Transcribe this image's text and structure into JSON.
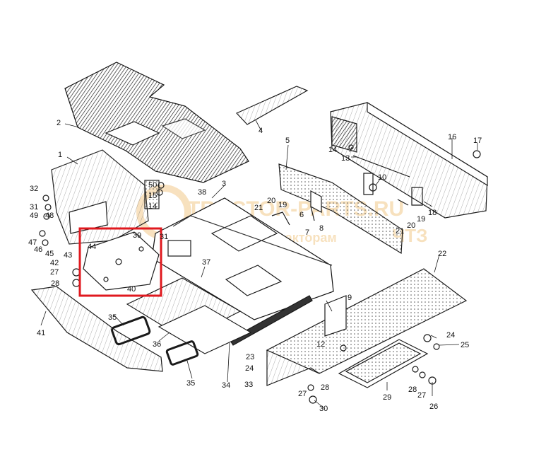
{
  "watermark": {
    "brand": "TRACTOR-PARTS.RU",
    "tagline": "запчасти к тракторам",
    "mark": "ЧТЗ",
    "color": "#f2c98a"
  },
  "highlight_color": "#e0191f",
  "line_color": "#1a1a1a",
  "callouts": [
    {
      "id": "c1",
      "text": "1"
    },
    {
      "id": "c2",
      "text": "2"
    },
    {
      "id": "c3",
      "text": "3"
    },
    {
      "id": "c4",
      "text": "4"
    },
    {
      "id": "c5",
      "text": "5"
    },
    {
      "id": "c6",
      "text": "6"
    },
    {
      "id": "c7",
      "text": "7"
    },
    {
      "id": "c8",
      "text": "8"
    },
    {
      "id": "c9",
      "text": "9"
    },
    {
      "id": "c10",
      "text": "10"
    },
    {
      "id": "c12",
      "text": "12"
    },
    {
      "id": "c13",
      "text": "13"
    },
    {
      "id": "c14",
      "text": "14"
    },
    {
      "id": "c15",
      "text": "15"
    },
    {
      "id": "c16",
      "text": "16"
    },
    {
      "id": "c17",
      "text": "17"
    },
    {
      "id": "c18",
      "text": "18"
    },
    {
      "id": "c19a",
      "text": "19"
    },
    {
      "id": "c19b",
      "text": "19"
    },
    {
      "id": "c20a",
      "text": "20"
    },
    {
      "id": "c20b",
      "text": "20"
    },
    {
      "id": "c21a",
      "text": "21"
    },
    {
      "id": "c21b",
      "text": "21"
    },
    {
      "id": "c22",
      "text": "22"
    },
    {
      "id": "c23",
      "text": "23"
    },
    {
      "id": "c24a",
      "text": "24"
    },
    {
      "id": "c24b",
      "text": "24"
    },
    {
      "id": "c25",
      "text": "25"
    },
    {
      "id": "c26",
      "text": "26"
    },
    {
      "id": "c27a",
      "text": "27"
    },
    {
      "id": "c27b",
      "text": "27"
    },
    {
      "id": "c27c",
      "text": "27"
    },
    {
      "id": "c28a",
      "text": "28"
    },
    {
      "id": "c28b",
      "text": "28"
    },
    {
      "id": "c28c",
      "text": "28"
    },
    {
      "id": "c29",
      "text": "29"
    },
    {
      "id": "c30",
      "text": "30"
    },
    {
      "id": "c31a",
      "text": "31"
    },
    {
      "id": "c31b",
      "text": "31"
    },
    {
      "id": "c32",
      "text": "32"
    },
    {
      "id": "c33",
      "text": "33"
    },
    {
      "id": "c34",
      "text": "34"
    },
    {
      "id": "c35a",
      "text": "35"
    },
    {
      "id": "c35b",
      "text": "35"
    },
    {
      "id": "c36",
      "text": "36"
    },
    {
      "id": "c37",
      "text": "37"
    },
    {
      "id": "c38",
      "text": "38"
    },
    {
      "id": "c39",
      "text": "39"
    },
    {
      "id": "c40",
      "text": "40"
    },
    {
      "id": "c41",
      "text": "41"
    },
    {
      "id": "c42",
      "text": "42"
    },
    {
      "id": "c43",
      "text": "43"
    },
    {
      "id": "c44",
      "text": "44"
    },
    {
      "id": "c45",
      "text": "45"
    },
    {
      "id": "c46",
      "text": "46"
    },
    {
      "id": "c47",
      "text": "47"
    },
    {
      "id": "c48",
      "text": "48"
    },
    {
      "id": "c49",
      "text": "49"
    },
    {
      "id": "c50",
      "text": "50"
    },
    {
      "id": "c14b",
      "text": "14"
    }
  ]
}
